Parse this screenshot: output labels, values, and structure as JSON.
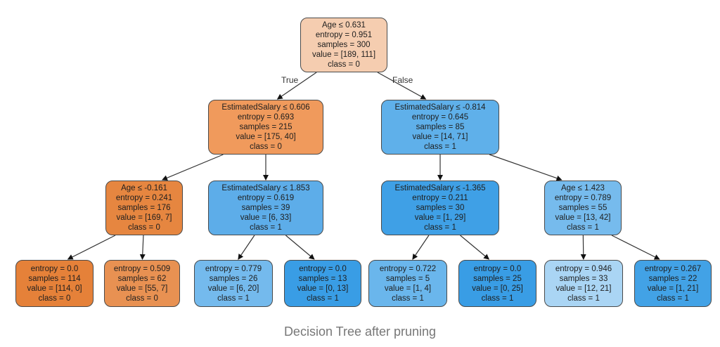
{
  "caption": "Decision Tree after pruning",
  "edge_labels": {
    "true": "True",
    "false": "False"
  },
  "colors": {
    "class0_strong": "#e58139",
    "class1_strong": "#399de5",
    "edge": "#333333"
  },
  "nodes": [
    {
      "id": "n0",
      "lines": [
        "Age ≤ 0.631",
        "entropy = 0.951",
        "samples = 300",
        "value = [189, 111]",
        "class = 0"
      ],
      "fill": "#f5cdb0",
      "parent": null
    },
    {
      "id": "n1",
      "lines": [
        "EstimatedSalary ≤ 0.606",
        "entropy = 0.693",
        "samples = 215",
        "value = [175, 40]",
        "class = 0"
      ],
      "fill": "#f09a5c",
      "parent": "n0"
    },
    {
      "id": "n2",
      "lines": [
        "EstimatedSalary ≤ -0.814",
        "entropy = 0.645",
        "samples = 85",
        "value = [14, 71]",
        "class = 1"
      ],
      "fill": "#5fb0ea",
      "parent": "n0"
    },
    {
      "id": "n3",
      "lines": [
        "Age ≤ -0.161",
        "entropy = 0.241",
        "samples = 176",
        "value = [169, 7]",
        "class = 0"
      ],
      "fill": "#e68640",
      "parent": "n1"
    },
    {
      "id": "n4",
      "lines": [
        "EstimatedSalary ≤ 1.853",
        "entropy = 0.619",
        "samples = 39",
        "value = [6, 33]",
        "class = 1"
      ],
      "fill": "#5dade9",
      "parent": "n1"
    },
    {
      "id": "n5",
      "lines": [
        "EstimatedSalary ≤ -1.365",
        "entropy = 0.211",
        "samples = 30",
        "value = [1, 29]",
        "class = 1"
      ],
      "fill": "#3fa0e6",
      "parent": "n2"
    },
    {
      "id": "n6",
      "lines": [
        "Age ≤ 1.423",
        "entropy = 0.789",
        "samples = 55",
        "value = [13, 42]",
        "class = 1"
      ],
      "fill": "#76bbed",
      "parent": "n2"
    },
    {
      "id": "n7",
      "lines": [
        "entropy = 0.0",
        "samples = 114",
        "value = [114, 0]",
        "class = 0"
      ],
      "fill": "#e58139",
      "parent": "n3"
    },
    {
      "id": "n8",
      "lines": [
        "entropy = 0.509",
        "samples = 62",
        "value = [55, 7]",
        "class = 0"
      ],
      "fill": "#e89152",
      "parent": "n3"
    },
    {
      "id": "n9",
      "lines": [
        "entropy = 0.779",
        "samples = 26",
        "value = [6, 20]",
        "class = 1"
      ],
      "fill": "#74baed",
      "parent": "n4"
    },
    {
      "id": "n10",
      "lines": [
        "entropy = 0.0",
        "samples = 13",
        "value = [0, 13]",
        "class = 1"
      ],
      "fill": "#399de5",
      "parent": "n4"
    },
    {
      "id": "n11",
      "lines": [
        "entropy = 0.722",
        "samples = 5",
        "value = [1, 4]",
        "class = 1"
      ],
      "fill": "#6ab6ec",
      "parent": "n5"
    },
    {
      "id": "n12",
      "lines": [
        "entropy = 0.0",
        "samples = 25",
        "value = [0, 25]",
        "class = 1"
      ],
      "fill": "#399de5",
      "parent": "n5"
    },
    {
      "id": "n13",
      "lines": [
        "entropy = 0.946",
        "samples = 33",
        "value = [12, 21]",
        "class = 1"
      ],
      "fill": "#aad5f4",
      "parent": "n6"
    },
    {
      "id": "n14",
      "lines": [
        "entropy = 0.267",
        "samples = 22",
        "value = [1, 21]",
        "class = 1"
      ],
      "fill": "#42a2e6",
      "parent": "n6"
    }
  ]
}
